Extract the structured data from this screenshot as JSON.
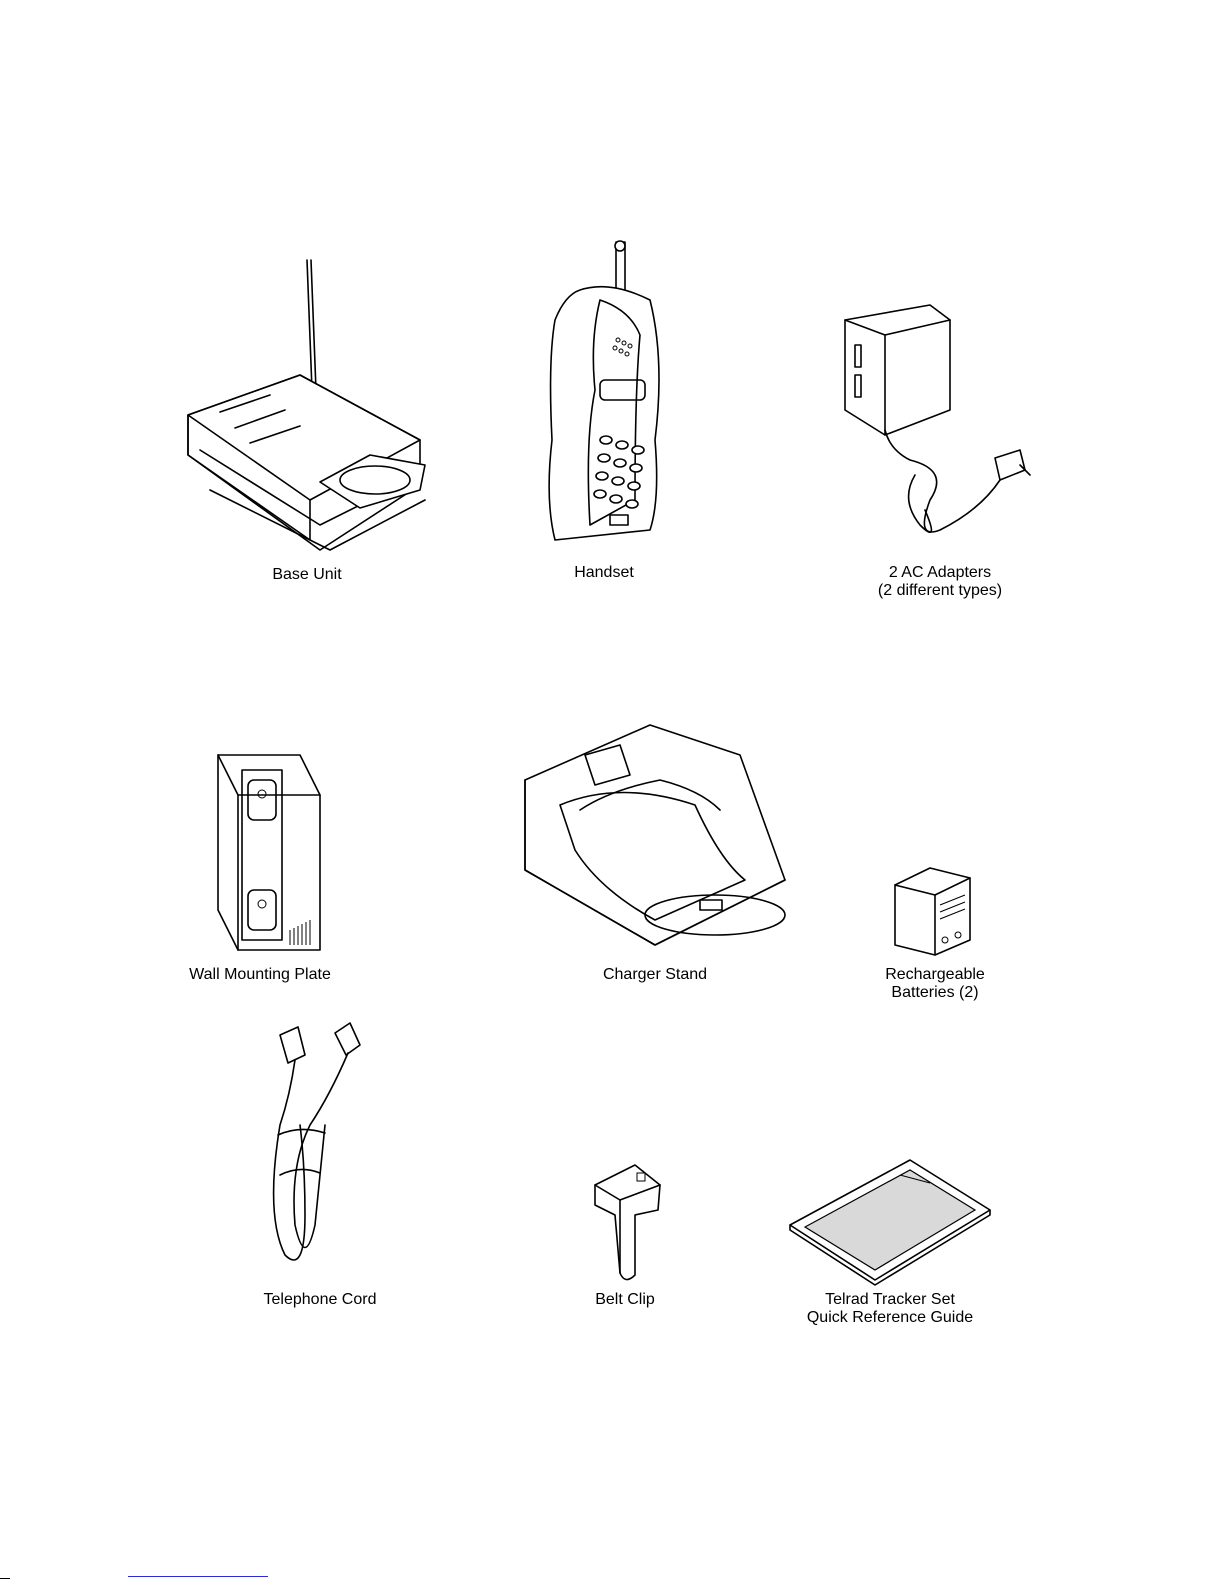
{
  "items": [
    {
      "key": "base_unit",
      "label_lines": [
        "Base Unit"
      ]
    },
    {
      "key": "handset",
      "label_lines": [
        "Handset"
      ]
    },
    {
      "key": "ac_adapters",
      "label_lines": [
        "2 AC Adapters",
        "(2 different types)"
      ]
    },
    {
      "key": "wall_plate",
      "label_lines": [
        "Wall Mounting Plate"
      ]
    },
    {
      "key": "charger",
      "label_lines": [
        "Charger Stand"
      ]
    },
    {
      "key": "batteries",
      "label_lines": [
        "Rechargeable",
        "Batteries (2)"
      ]
    },
    {
      "key": "cord",
      "label_lines": [
        "Telephone Cord"
      ]
    },
    {
      "key": "belt_clip",
      "label_lines": [
        "Belt Clip"
      ]
    },
    {
      "key": "guide",
      "label_lines": [
        "Telrad Tracker Set",
        "Quick Reference Guide"
      ]
    }
  ]
}
